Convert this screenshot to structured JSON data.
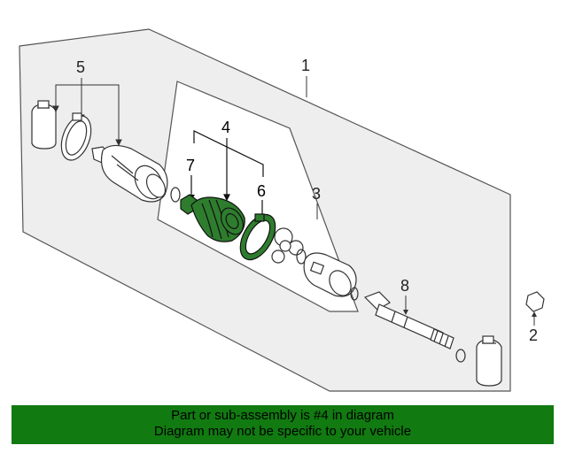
{
  "callouts": {
    "c1": "1",
    "c2": "2",
    "c3": "3",
    "c4": "4",
    "c5": "5",
    "c6": "6",
    "c7": "7",
    "c8": "8"
  },
  "banner": {
    "line1": "Part or sub-assembly is #4 in diagram",
    "line2": "Diagram may not be specific to your vehicle"
  },
  "colors": {
    "highlight_part": "#2e7d2e",
    "banner_background": "#117a11",
    "panel_fill": "#eeeeee"
  }
}
